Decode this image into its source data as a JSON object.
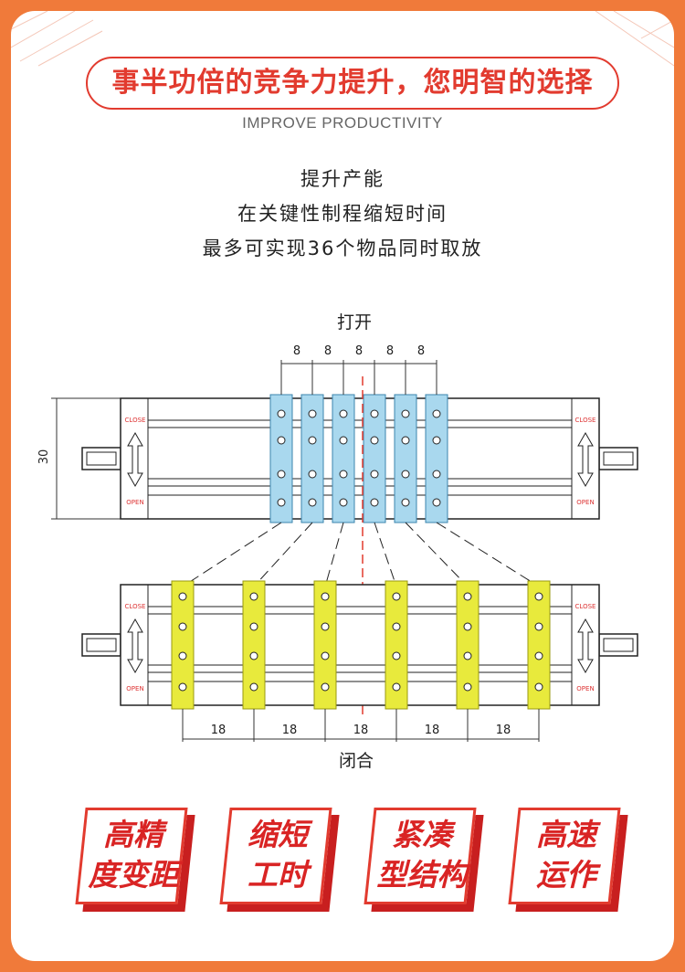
{
  "header": {
    "title": "事半功倍的竞争力提升，您明智的选择",
    "subtitle": "IMPROVE PRODUCTIVITY"
  },
  "description": {
    "line1": "提升产能",
    "line2": "在关键性制程缩短时间",
    "line3": "最多可实现36个物品同时取放"
  },
  "diagram": {
    "open_label": "打开",
    "close_label": "闭合",
    "height_dim": "30",
    "open_pitch": [
      "8",
      "8",
      "8",
      "8",
      "8"
    ],
    "closed_pitch": [
      "18",
      "18",
      "18",
      "18",
      "18"
    ],
    "side_close": "CLOSE",
    "side_open": "OPEN",
    "open_color": "#a9d8ee",
    "closed_color": "#e8ea3c",
    "accent": "#e23b2f"
  },
  "features": [
    {
      "line1": "高精",
      "line2": "度变距"
    },
    {
      "line1": "缩短",
      "line2": "工时"
    },
    {
      "line1": "紧凑",
      "line2": "型结构"
    },
    {
      "line1": "高速",
      "line2": "运作"
    }
  ]
}
